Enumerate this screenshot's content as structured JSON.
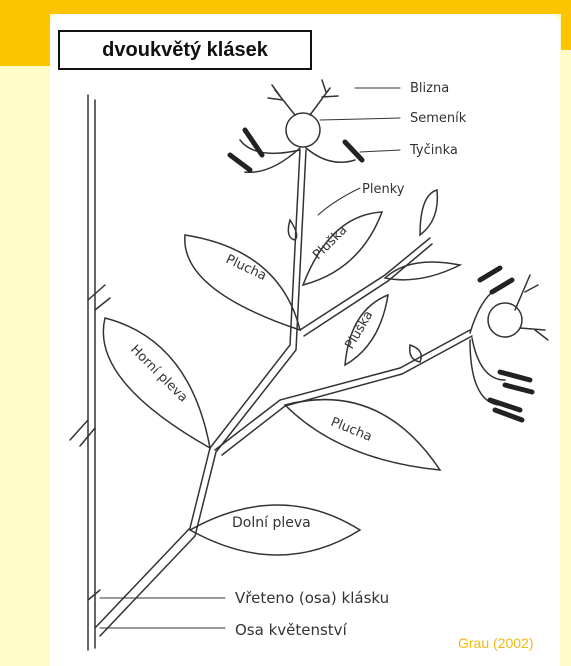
{
  "title": "dvoukvětý klásek",
  "credit": "Grau (2002)",
  "labels": {
    "blizna": "Blizna",
    "semenik": "Semeník",
    "tycinka": "Tyčinka",
    "plenky": "Plenky",
    "pluska_upper": "Pluška",
    "pluska_lower": "Pluška",
    "plucha_upper": "Plucha",
    "plucha_lower": "Plucha",
    "horni_pleva": "Horní pleva",
    "dolni_pleva": "Dolní pleva",
    "vreteno": "Vřeteno (osa) klásku",
    "osa": "Osa květenství"
  },
  "colors": {
    "accent": "#fdc400",
    "background": "#fefbc8",
    "credit": "#f2b90e"
  }
}
